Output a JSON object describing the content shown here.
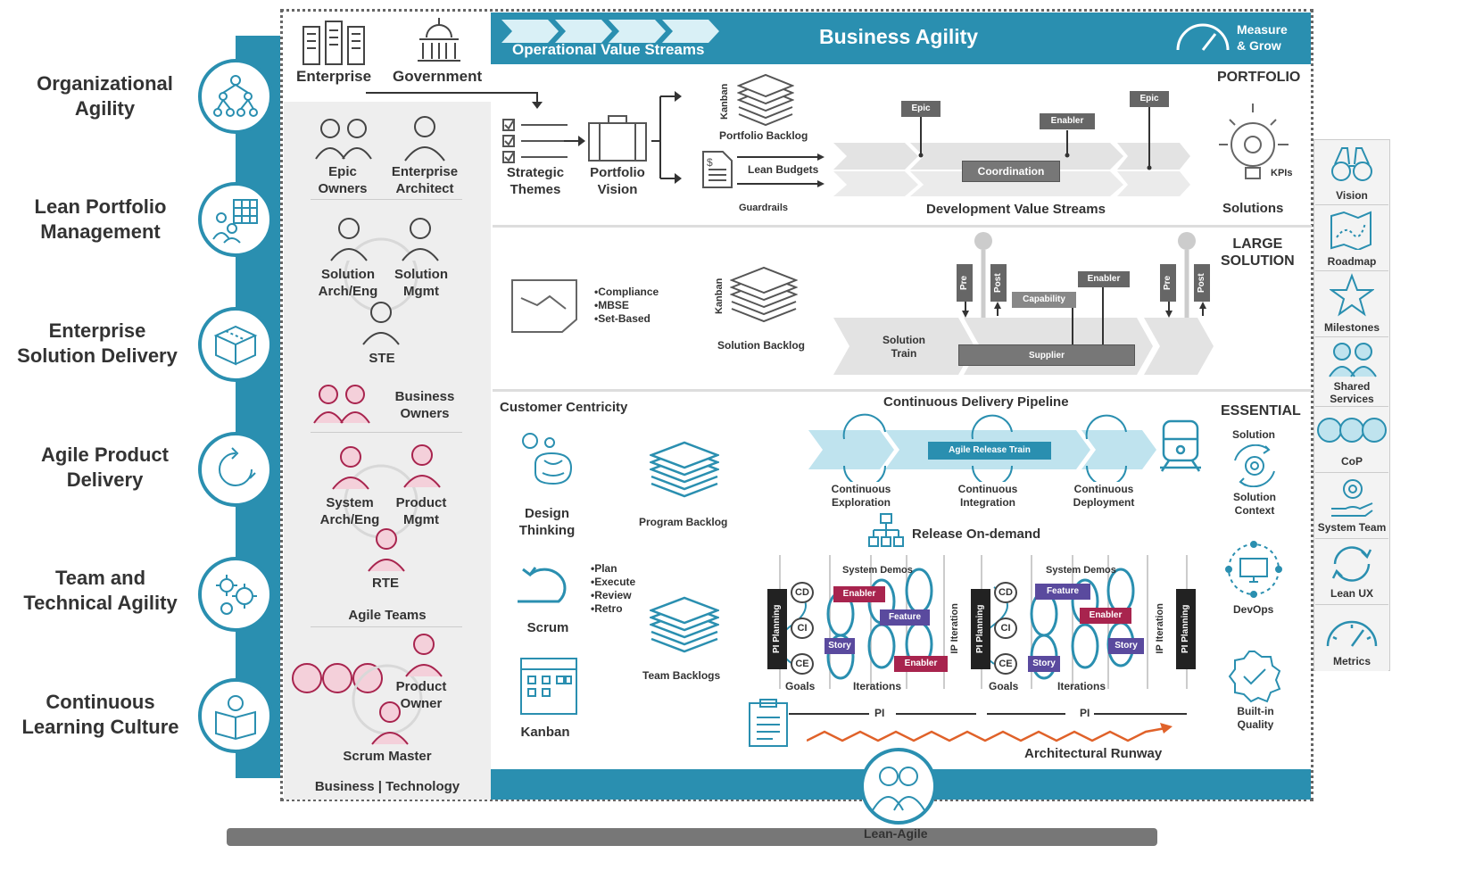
{
  "competencies": [
    {
      "label": "Organizational\nAgility",
      "icon": "org-chart-icon"
    },
    {
      "label": "Lean Portfolio\nManagement",
      "icon": "portfolio-team-icon"
    },
    {
      "label": "Enterprise\nSolution Delivery",
      "icon": "box-icon"
    },
    {
      "label": "Agile Product\nDelivery",
      "icon": "cycle-icon"
    },
    {
      "label": "Team and\nTechnical Agility",
      "icon": "gears-icon"
    },
    {
      "label": "Continuous\nLearning Culture",
      "icon": "reader-icon"
    }
  ],
  "header": {
    "enterprise": "Enterprise",
    "government": "Government",
    "ovs": "Operational Value Streams",
    "title": "Business Agility",
    "measure": "Measure\n& Grow"
  },
  "roles": {
    "epic_owners": "Epic\nOwners",
    "enterprise_architect": "Enterprise\nArchitect",
    "solution_arch": "Solution\nArch/Eng",
    "solution_mgmt": "Solution\nMgmt",
    "ste": "STE",
    "business_owners": "Business\nOwners",
    "system_arch": "System\nArch/Eng",
    "product_mgmt": "Product\nMgmt",
    "rte": "RTE",
    "agile_teams": "Agile Teams",
    "product_owner": "Product\nOwner",
    "scrum_master": "Scrum Master",
    "business_technology": "Business | Technology"
  },
  "portfolio": {
    "label": "PORTFOLIO",
    "strategic_themes": "Strategic\nThemes",
    "portfolio_vision": "Portfolio\nVision",
    "kanban": "Kanban",
    "portfolio_backlog": "Portfolio Backlog",
    "lean_budgets": "Lean Budgets",
    "guardrails": "Guardrails",
    "epic": "Epic",
    "enabler": "Enabler",
    "coordination": "Coordination",
    "dvs": "Development Value Streams",
    "kpis": "KPIs",
    "solutions": "Solutions"
  },
  "large_solution": {
    "label": "LARGE\nSOLUTION",
    "bullets": "•Compliance\n•MBSE\n•Set-Based",
    "kanban": "Kanban",
    "solution_backlog": "Solution Backlog",
    "solution_train": "Solution\nTrain",
    "pre": "Pre",
    "post": "Post",
    "capability": "Capability",
    "enabler": "Enabler",
    "supplier": "Supplier"
  },
  "essential": {
    "label": "ESSENTIAL",
    "customer_centricity": "Customer Centricity",
    "design_thinking": "Design\nThinking",
    "program_backlog": "Program Backlog",
    "cdp": "Continuous Delivery Pipeline",
    "art": "Agile Release Train",
    "exploration": "Continuous\nExploration",
    "integration": "Continuous\nIntegration",
    "deployment": "Continuous\nDeployment",
    "release": "Release On-demand",
    "scrum_steps": "•Plan\n•Execute\n•Review\n•Retro",
    "scrum": "Scrum",
    "team_backlogs": "Team Backlogs",
    "kanban": "Kanban",
    "system_demos": "System Demos",
    "pi_planning": "PI Planning",
    "ip_iteration": "IP Iteration",
    "cd": "CD",
    "ci": "CI",
    "ce": "CE",
    "goals": "Goals",
    "iterations": "Iterations",
    "enabler": "Enabler",
    "feature": "Feature",
    "story": "Story",
    "pi": "PI",
    "arch_runway": "Architectural Runway",
    "solution": "Solution",
    "solution_context": "Solution\nContext",
    "devops": "DevOps",
    "built_in_quality": "Built-in\nQuality"
  },
  "sidebar": [
    "Vision",
    "Roadmap",
    "Milestones",
    "Shared\nServices",
    "CoP",
    "System Team",
    "Lean UX",
    "Metrics"
  ],
  "foundation": {
    "lean_agile": "Lean-Agile"
  },
  "colors": {
    "teal": "#2a8fb0",
    "purple": "#5a4a9e",
    "crimson": "#a8244e",
    "orange": "#e0622a",
    "light_blue": "#bfe3ee"
  }
}
